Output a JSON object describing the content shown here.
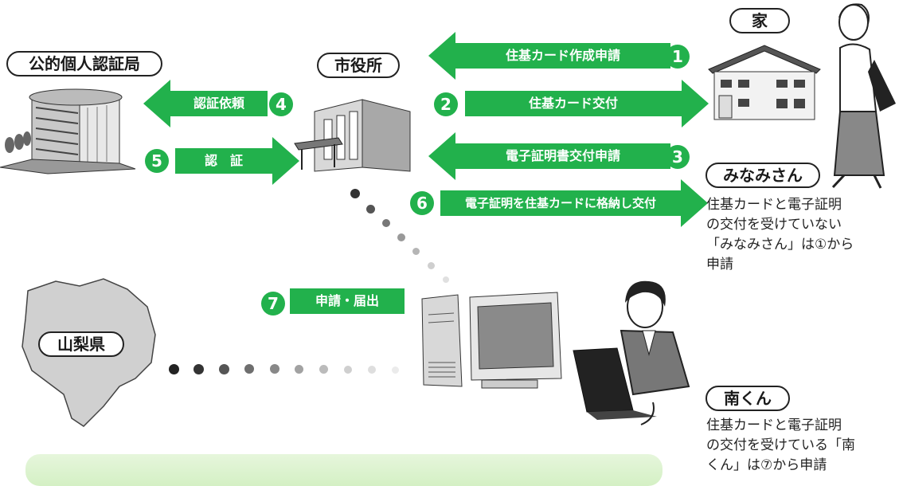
{
  "places": {
    "jpki": "公的個人認証局",
    "city_hall": "市役所",
    "home": "家",
    "yamanashi": "山梨県"
  },
  "steps": [
    {
      "num": "1",
      "label": "住基カード作成申請"
    },
    {
      "num": "2",
      "label": "住基カード交付"
    },
    {
      "num": "3",
      "label": "電子証明書交付申請"
    },
    {
      "num": "4",
      "label": "認証依頼"
    },
    {
      "num": "5",
      "label": "認　証"
    },
    {
      "num": "6",
      "label": "電子証明を住基カードに格納し交付"
    },
    {
      "num": "7",
      "label": "申請・届出"
    }
  ],
  "persons": {
    "minami_san": {
      "name": "みなみさん",
      "note": [
        "住基カードと電子証明",
        "の交付を受けていない",
        "「みなみさん」は①から",
        "申請"
      ]
    },
    "minami_kun": {
      "name": "南くん",
      "note": [
        "住基カードと電子証明",
        "の交付を受けている「南",
        "くん」は⑦から申請"
      ]
    }
  },
  "colors": {
    "arrow_green": "#22b14c",
    "banner_green": "#d4f0c4"
  }
}
